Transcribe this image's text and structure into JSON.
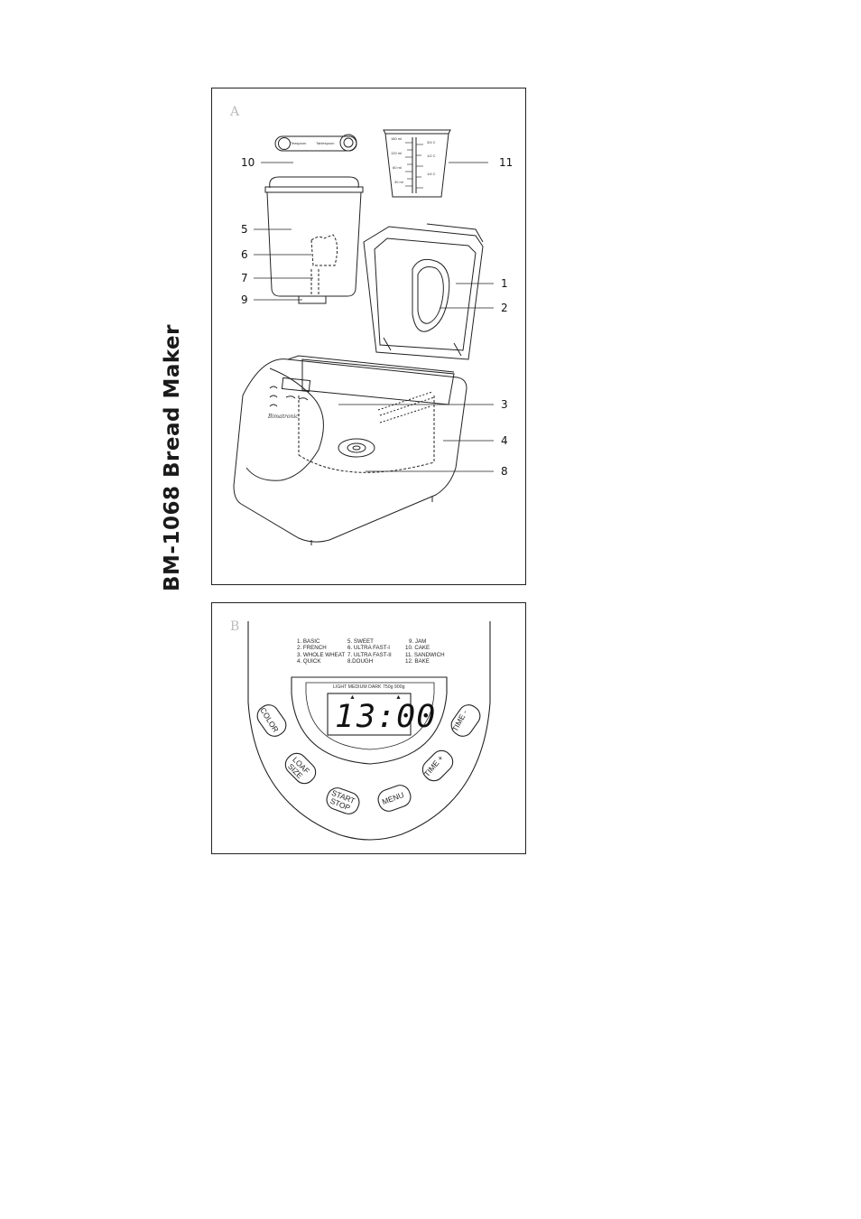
{
  "document": {
    "title": "BM-1068 Bread Maker"
  },
  "figure_a": {
    "letter": "A",
    "brand": "Bimatronic",
    "spoon": {
      "teaspoon": "Teaspoon",
      "tablespoon": "Tablespoon"
    },
    "cup_markings": [
      "180 ml",
      "120 ml",
      "60 ml",
      "30 ml",
      "3/4 C",
      "1/2 C",
      "1/4 C"
    ],
    "callouts": [
      {
        "num": "10",
        "part": "measuring spoon"
      },
      {
        "num": "11",
        "part": "measuring cup"
      },
      {
        "num": "5",
        "part": "baking pan"
      },
      {
        "num": "6",
        "part": "kneading paddle"
      },
      {
        "num": "7",
        "part": "drive shaft"
      },
      {
        "num": "9",
        "part": "pan coupling"
      },
      {
        "num": "1",
        "part": "lid"
      },
      {
        "num": "2",
        "part": "viewing window"
      },
      {
        "num": "3",
        "part": "control panel"
      },
      {
        "num": "4",
        "part": "housing"
      },
      {
        "num": "8",
        "part": "heating element"
      }
    ]
  },
  "figure_b": {
    "letter": "B",
    "menu_items": [
      [
        "1. BASIC",
        "2. FRENCH",
        "3. WHOLE WHEAT",
        "4. QUICK"
      ],
      [
        "5. SWEET",
        "6. ULTRA FAST-I",
        "7. ULTRA FAST-II",
        "8.DOUGH"
      ],
      [
        "9. JAM",
        "10. CAKE",
        "11. SANDWICH",
        "12. BAKE"
      ]
    ],
    "lcd": {
      "labels": "LIGHT MEDIUM DARK   750g  900g",
      "program": "1",
      "time": "3:00",
      "arrow": "▲"
    },
    "buttons": {
      "color": "COLOR",
      "loaf_size": [
        "LOAF",
        "SIZE"
      ],
      "start_stop": [
        "START",
        "STOP"
      ],
      "menu": "MENU",
      "time_plus": "TIME +",
      "time_minus": "TIME -"
    }
  }
}
